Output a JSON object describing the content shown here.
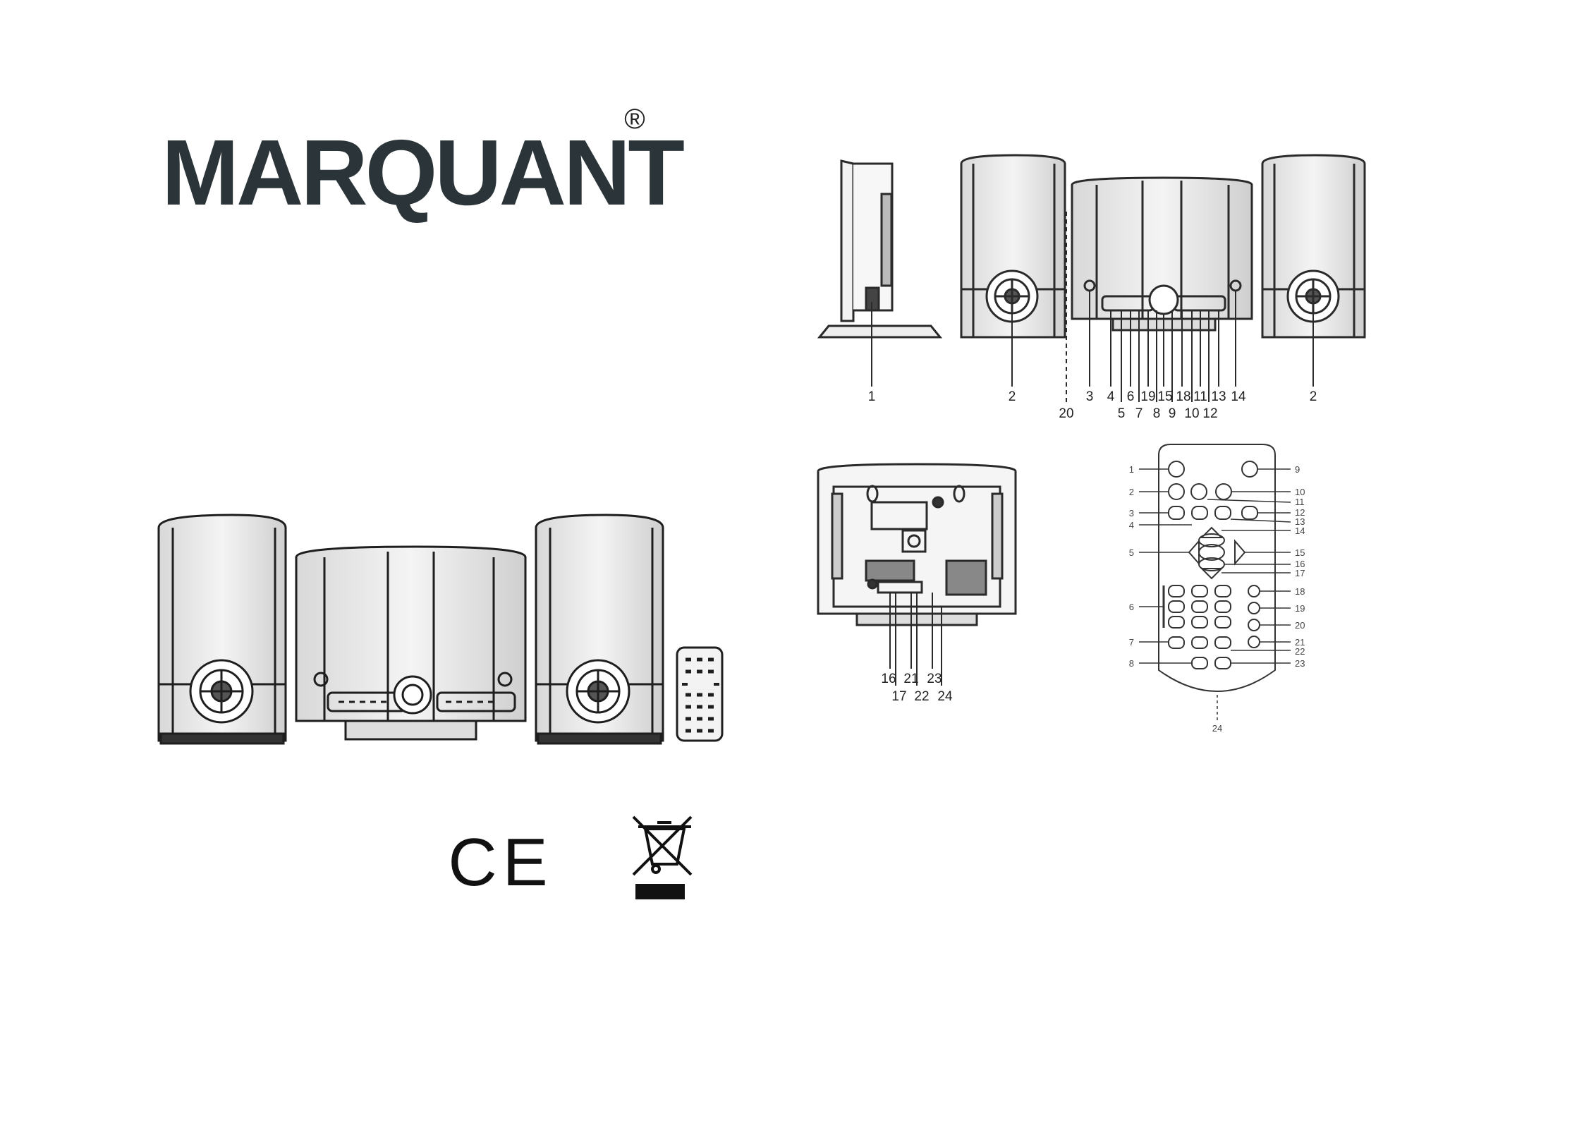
{
  "brand": {
    "name": "MARQUANT",
    "registered_mark": "®"
  },
  "marks": {
    "ce": "CE",
    "weee_icon": "crossed-out-wheelie-bin-icon"
  },
  "front_view": {
    "callouts_top": [
      "1",
      "2",
      "3",
      "4",
      "6",
      "19",
      "15",
      "18",
      "11",
      "13",
      "14",
      "2"
    ],
    "callouts_bottom": [
      "20",
      "5",
      "7",
      "8",
      "9",
      "10",
      "12"
    ]
  },
  "rear_view": {
    "callouts_top": [
      "16",
      "21",
      "23"
    ],
    "callouts_bottom": [
      "17",
      "22",
      "24"
    ]
  },
  "remote": {
    "left_callouts": [
      "1",
      "2",
      "3",
      "4",
      "5",
      "6",
      "7",
      "8"
    ],
    "right_callouts": [
      "9",
      "10",
      "11",
      "12",
      "13",
      "14",
      "15",
      "16",
      "17",
      "18",
      "19",
      "20",
      "21",
      "22",
      "23"
    ],
    "bottom_callout": "24"
  },
  "colors": {
    "ink": "#1e1e1e",
    "line": "#2a2a2a",
    "paper": "#ffffff"
  }
}
